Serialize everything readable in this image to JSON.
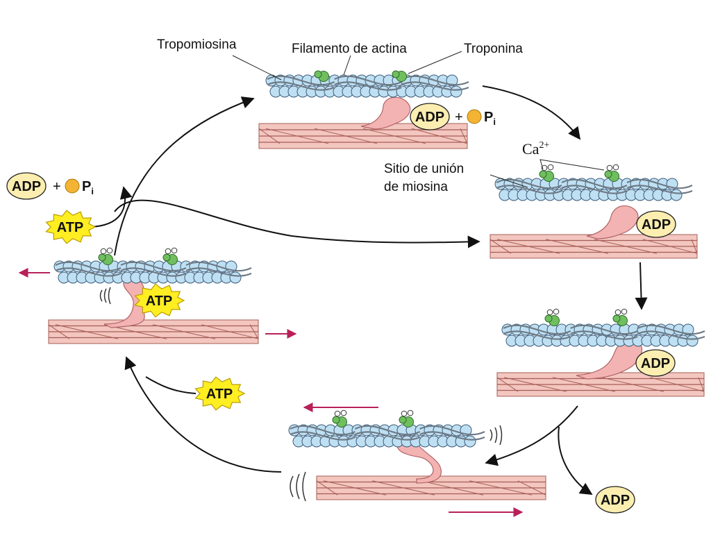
{
  "labels": {
    "tropomiosina": "Tropomiosina",
    "filamento": "Filamento de actina",
    "troponina": "Troponina",
    "calcium_base": "Ca",
    "calcium_sup": "2+",
    "sitio_line1": "Sitio de unión",
    "sitio_line2": "de miosina"
  },
  "molecules": {
    "adp": "ADP",
    "atp": "ATP",
    "plus": "+",
    "pi": "P",
    "pi_sub": "i"
  },
  "colors": {
    "actin_bead": "#bfe0f2",
    "actin_outline": "#3a5a7a",
    "tropomyosin": "#6d7a86",
    "troponin": "#6fbf5f",
    "myosin_head": "#f4b3b3",
    "myosin_outline": "#b06464",
    "thick_filament": "#f3c6bf",
    "thick_stripe": "#a55d55",
    "adp_fill": "#fbeeb0",
    "atp_fill": "#ffee22",
    "phosphate": "#f3b433",
    "motion_arrow": "#b8205a"
  }
}
